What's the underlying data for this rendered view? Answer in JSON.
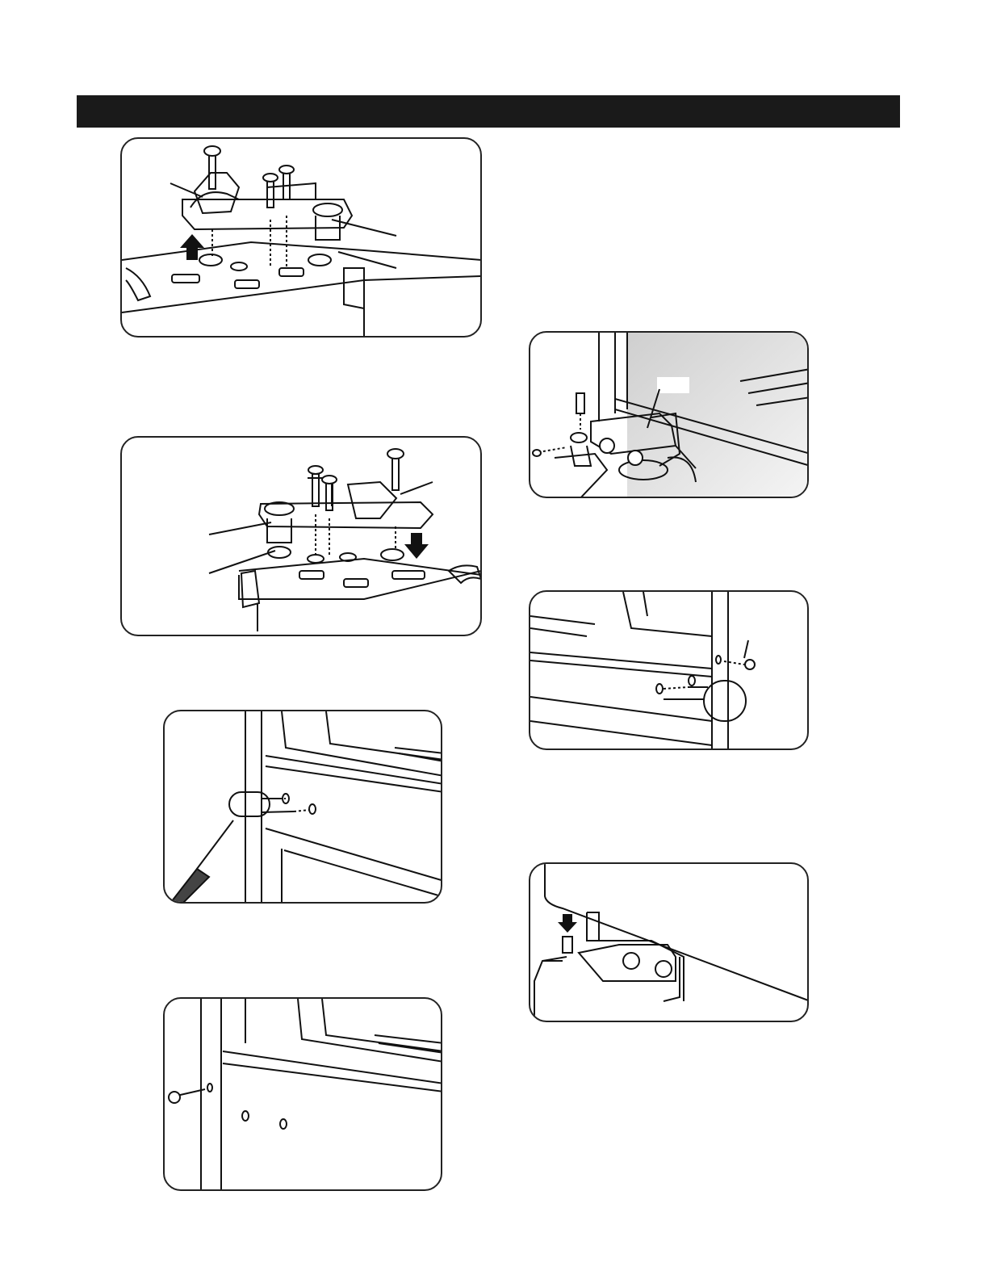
{
  "header": {
    "color": "#1a1a1a"
  },
  "figures": [
    {
      "id": "fig1",
      "illustration": "remove-top-hinge-lift-up"
    },
    {
      "id": "fig2",
      "illustration": "install-top-hinge-press-down"
    },
    {
      "id": "fig3",
      "illustration": "remove-door-handle-screwdriver"
    },
    {
      "id": "fig4",
      "illustration": "remove-hinge-hole-screw"
    },
    {
      "id": "fig5",
      "illustration": "bottom-hinge-bracket-bolts"
    },
    {
      "id": "fig6",
      "illustration": "install-door-handle-screw"
    },
    {
      "id": "fig7",
      "illustration": "lower-hinge-pin-press-down"
    }
  ]
}
